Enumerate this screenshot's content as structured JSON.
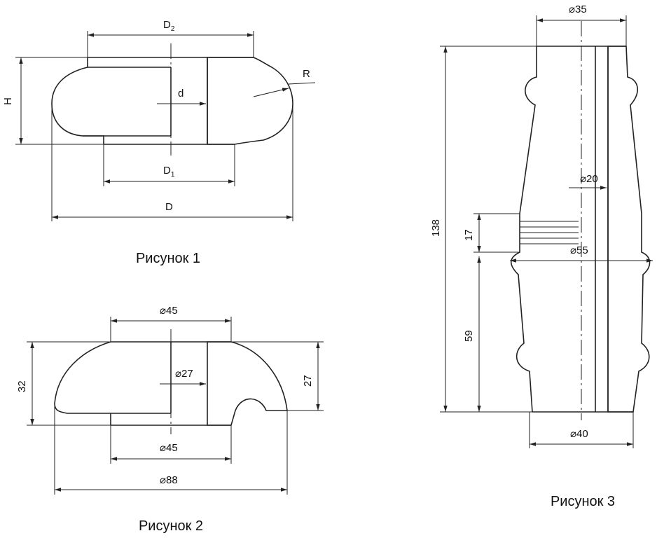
{
  "figure1": {
    "caption": "Рисунок 1",
    "labels": {
      "D2": "D",
      "D2_sub": "2",
      "D1": "D",
      "D1_sub": "1",
      "D": "D",
      "H": "H",
      "d": "d",
      "R": "R"
    }
  },
  "figure2": {
    "caption": "Рисунок 2",
    "labels": {
      "top": "⌀45",
      "bore": "⌀27",
      "bottom": "⌀45",
      "outer": "⌀88",
      "height_total": "32",
      "height_part": "27"
    }
  },
  "figure3": {
    "caption": "Рисунок 3",
    "labels": {
      "top": "⌀35",
      "bore": "⌀20",
      "mid": "⌀55",
      "bottom": "⌀40",
      "length_total": "138",
      "groove": "17",
      "lower": "59"
    }
  },
  "colors": {
    "line": "#222222",
    "background": "#ffffff"
  }
}
